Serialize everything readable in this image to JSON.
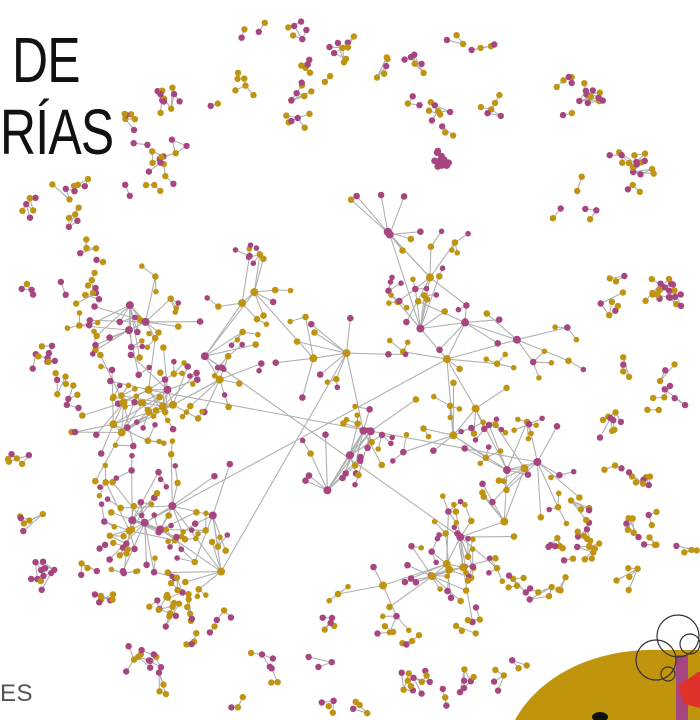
{
  "title": {
    "line1": "DE",
    "line2": "RÍAS"
  },
  "footer": {
    "label": "ES"
  },
  "colors": {
    "node_gold": "#BE9412",
    "node_magenta": "#A64580",
    "edge": "#B0B0B0",
    "corner_blob": "#C1940E",
    "corner_accent": "#E0322B"
  }
}
